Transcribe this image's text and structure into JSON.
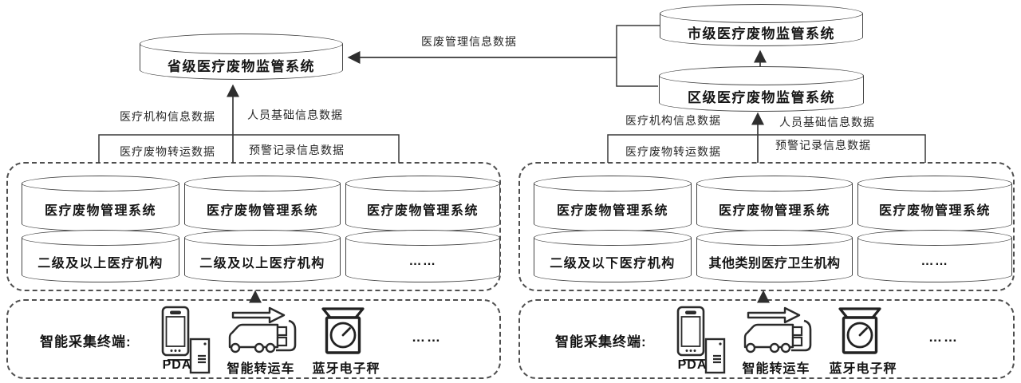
{
  "colors": {
    "background": "#ffffff",
    "line": "#333333",
    "border": "#454545",
    "text": "#1c1c1c"
  },
  "top_layer": {
    "provincial_system": "省级医疗废物监管系统",
    "city_system": "市级医疗废物监管系统",
    "district_system": "区级医疗废物监管系统",
    "flow_label": "医废管理信息数据"
  },
  "left_cluster": {
    "flow_labels": {
      "institution_info": "医疗机构信息数据",
      "personnel_info": "人员基础信息数据",
      "waste_transfer": "医疗废物转运数据",
      "warning_records": "预警记录信息数据"
    },
    "systems": [
      {
        "system": "医疗废物管理系统",
        "organization": "二级及以上医疗机构"
      },
      {
        "system": "医疗废物管理系统",
        "organization": "二级及以上医疗机构"
      },
      {
        "system": "医疗废物管理系统",
        "organization": "……"
      }
    ],
    "terminal_panel": {
      "title": "智能采集终端:",
      "pda_label": "PDA",
      "truck_label": "智能转运车",
      "scale_label": "蓝牙电子秤",
      "more_label": "……",
      "icons": [
        "pda-icon",
        "transfer-truck-icon",
        "electronic-scale-icon"
      ]
    }
  },
  "right_cluster": {
    "flow_labels": {
      "institution_info": "医疗机构信息数据",
      "personnel_info": "人员基础信息数据",
      "waste_transfer": "医疗废物转运数据",
      "warning_records": "预警记录信息数据"
    },
    "systems": [
      {
        "system": "医疗废物管理系统",
        "organization": "二级及以下医疗机构"
      },
      {
        "system": "医疗废物管理系统",
        "organization": "其他类别医疗卫生机构"
      },
      {
        "system": "医疗废物管理系统",
        "organization": "……"
      }
    ],
    "terminal_panel": {
      "title": "智能采集终端:",
      "pda_label": "PDA",
      "truck_label": "智能转运车",
      "scale_label": "蓝牙电子秤",
      "more_label": "……",
      "icons": [
        "pda-icon",
        "transfer-truck-icon",
        "electronic-scale-icon"
      ]
    }
  }
}
